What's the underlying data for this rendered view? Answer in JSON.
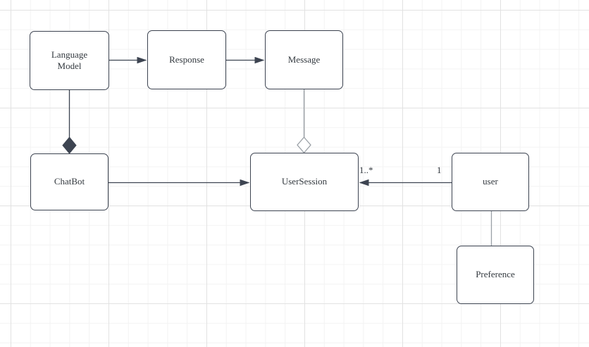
{
  "canvas": {
    "background_color": "#ffffff",
    "grid_minor_color": "#f3f3f3",
    "grid_major_color": "#e2e2e2"
  },
  "palette": {
    "node_fill": "#ffffff",
    "stroke_dark": "#3d4451",
    "stroke_light": "#9aa0a6",
    "text_color": "#33393f"
  },
  "nodes": [
    {
      "id": "language-model",
      "label": "Language Model"
    },
    {
      "id": "response",
      "label": "Response"
    },
    {
      "id": "message",
      "label": "Message"
    },
    {
      "id": "chatbot",
      "label": "ChatBot"
    },
    {
      "id": "user-session",
      "label": "UserSession"
    },
    {
      "id": "user",
      "label": "user"
    },
    {
      "id": "preference",
      "label": "Preference"
    }
  ],
  "edges": [
    {
      "from": "language-model",
      "to": "response",
      "type": "arrow"
    },
    {
      "from": "response",
      "to": "message",
      "type": "arrow"
    },
    {
      "from": "language-model",
      "to": "chatbot",
      "type": "composition-filled-diamond"
    },
    {
      "from": "message",
      "to": "user-session",
      "type": "aggregation-hollow-diamond"
    },
    {
      "from": "chatbot",
      "to": "user-session",
      "type": "arrow"
    },
    {
      "from": "user",
      "to": "user-session",
      "type": "arrow",
      "source_label": "1",
      "target_label": "1..*"
    },
    {
      "from": "user",
      "to": "preference",
      "type": "line"
    }
  ]
}
